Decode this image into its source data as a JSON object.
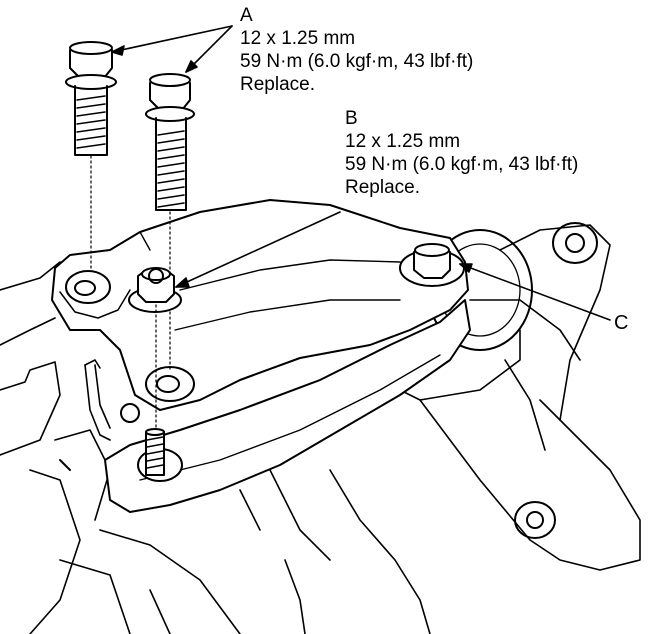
{
  "callouts": {
    "a": {
      "letter": "A",
      "size": "12 x 1.25 mm",
      "torque": "59 N·m (6.0 kgf·m, 43 lbf·ft)",
      "note": "Replace."
    },
    "b": {
      "letter": "B",
      "size": "12 x 1.25 mm",
      "torque": "59 N·m (6.0 kgf·m, 43 lbf·ft)",
      "note": "Replace."
    },
    "c": {
      "letter": "C"
    }
  }
}
